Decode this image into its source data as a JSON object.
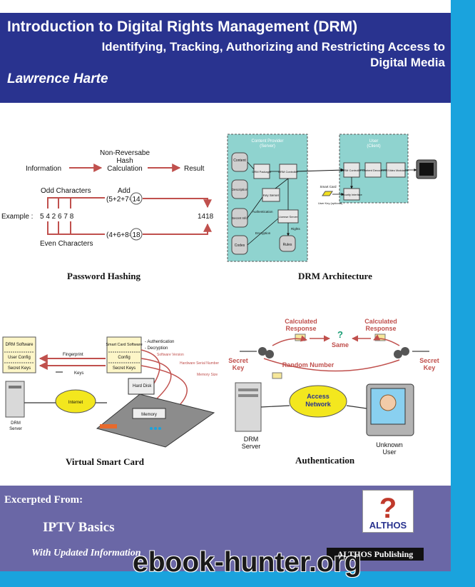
{
  "header": {
    "title": "Introduction to Digital Rights Management (DRM)",
    "subtitle": "Identifying, Tracking, Authorizing and Restricting Access to Digital Media",
    "author": "Lawrence Harte"
  },
  "figures": {
    "password_hashing": {
      "caption": "Password Hashing",
      "information": "Information",
      "hash_calc_1": "Non-Reversabe",
      "hash_calc_2": "Hash",
      "hash_calc_3": "Calculation",
      "result": "Result",
      "odd_characters": "Odd Characters",
      "add": "Add",
      "odd_sum": "(5+2+7=",
      "odd_total": "14",
      "example_label": "Example :",
      "example_digits": "5 4 2 6 7 8",
      "result_value": "1418",
      "even_sum": "(4+6+8=",
      "even_total": "18",
      "even_characters": "Even Characters"
    },
    "drm_architecture": {
      "caption": "DRM Architecture",
      "content_provider_1": "Content Provider",
      "content_provider_2": "(Server)",
      "user_1": "User",
      "user_2": "(Client)",
      "content": "Content",
      "description": "Description",
      "secret_info": "Secret Info",
      "codes": "Codes",
      "drm_packager": "DRM Packager",
      "drm_controller": "DRM Controller",
      "key_server": "Key Server",
      "license_server": "License Server",
      "rules": "Rules",
      "authentication": "Authentication",
      "encryption": "Encryption",
      "rights": "Rights",
      "client_drm_controller": "DRM Controller",
      "content_decoder": "Content Decoder",
      "rf_modulator": "RF/Video Modulator",
      "security_interface": "Security Interface",
      "smart_card": "Smart Card",
      "user_key": "User Key (optional)"
    },
    "virtual_smart_card": {
      "caption": "Virtual Smart Card",
      "drm_software": "DRM Software",
      "user_config": "User Config",
      "secret_keys": "Secret Keys",
      "fingerprint": "Fingerprint",
      "keys": "Keys",
      "smart_card_software": "Smart Card Software",
      "config": "Config",
      "card_secret_keys": "Secret Keys",
      "authentication_line": "- Authentication",
      "decryption_line": "- Decryption",
      "software_version": "Software Version",
      "hardware_serial": "Hardware Serial Number",
      "memory_size": "Memory Size",
      "hard_disk": "Hard Disk",
      "memory": "Memory",
      "internet": "Internet",
      "drm_server": "DRM Server"
    },
    "authentication": {
      "caption": "Authentication",
      "calculated_response_left": "Calculated Response",
      "calculated_response_right": "Calculated Response",
      "question_mark": "?",
      "same": "Same",
      "secret_key_left": "Secret Key",
      "secret_key_right": "Secret Key",
      "random_number": "Random Number",
      "access_network": "Access Network",
      "drm_server": "DRM Server",
      "unknown_user": "Unknown User"
    }
  },
  "footer": {
    "excerpted_from": "Excerpted From:",
    "book_title": "IPTV Basics",
    "updated": "With Updated Information",
    "logo_text": "ALTHOS",
    "publisher": "ALTHOS Publishing"
  },
  "watermark": "ebook-hunter.org",
  "colors": {
    "header_bg": "#29338f",
    "footer_bg": "#6a67a6",
    "page_bg": "#1aa3dd",
    "arrow_red": "#c0504d",
    "drm_panel": "#8fd3cf"
  }
}
